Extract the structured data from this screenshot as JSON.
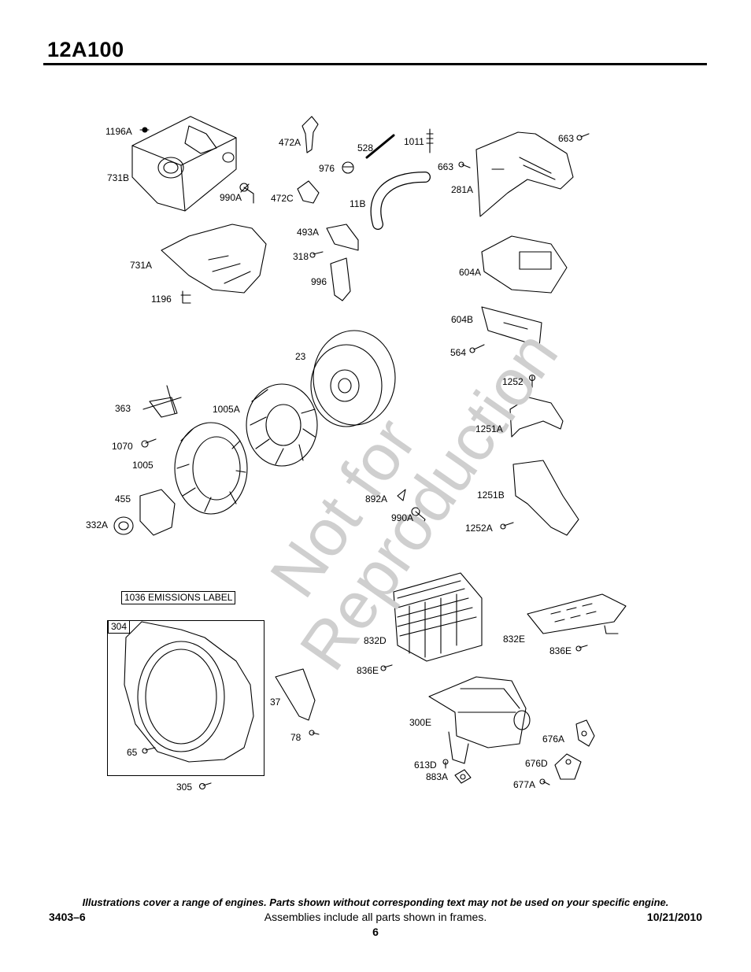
{
  "header": {
    "model": "12A100"
  },
  "watermark": [
    "Not for",
    "Reproduction"
  ],
  "labels": {
    "l1196A": "1196A",
    "l731B": "731B",
    "l472A": "472A",
    "l976": "976",
    "l528": "528",
    "l1011": "1011",
    "l663a": "663",
    "l663b": "663",
    "l281A": "281A",
    "l990A1": "990A",
    "l472C": "472C",
    "l11B": "11B",
    "l493A": "493A",
    "l318": "318",
    "l996": "996",
    "l731A": "731A",
    "l1196": "1196",
    "l604A": "604A",
    "l604B": "604B",
    "l564": "564",
    "l23": "23",
    "l1252": "1252",
    "l363": "363",
    "l1005A": "1005A",
    "l1251A": "1251A",
    "l1070": "1070",
    "l1005": "1005",
    "l455": "455",
    "l332A": "332A",
    "l892A": "892A",
    "l990A2": "990A",
    "l1251B": "1251B",
    "l1252A": "1252A",
    "l1036": "1036 EMISSIONS LABEL",
    "l304": "304",
    "l832D": "832D",
    "l832E": "832E",
    "l836Ea": "836E",
    "l836Eb": "836E",
    "l37": "37",
    "l78": "78",
    "l300E": "300E",
    "l676A": "676A",
    "l65": "65",
    "l613D": "613D",
    "l676D": "676D",
    "l883A": "883A",
    "l677A": "677A",
    "l305": "305"
  },
  "footer": {
    "disclaimer": "Illustrations cover a range of engines. Parts shown without corresponding text may not be used on your specific engine.",
    "doc_number": "3403–6",
    "assemblies_note": "Assemblies include all parts shown in frames.",
    "date": "10/21/2010",
    "page_number": "6"
  }
}
